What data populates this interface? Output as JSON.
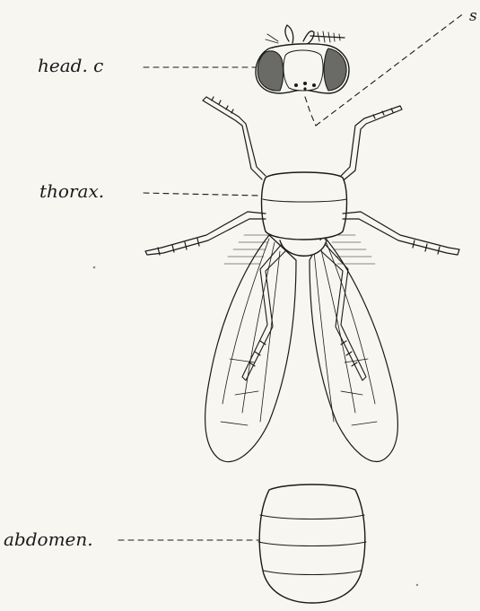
{
  "labels": {
    "head": "head. c",
    "thorax": "thorax.",
    "abdomen": "abdomen.",
    "corner": "s"
  },
  "colors": {
    "ink": "#1a1a1a",
    "paper": "#f7f6f1"
  }
}
